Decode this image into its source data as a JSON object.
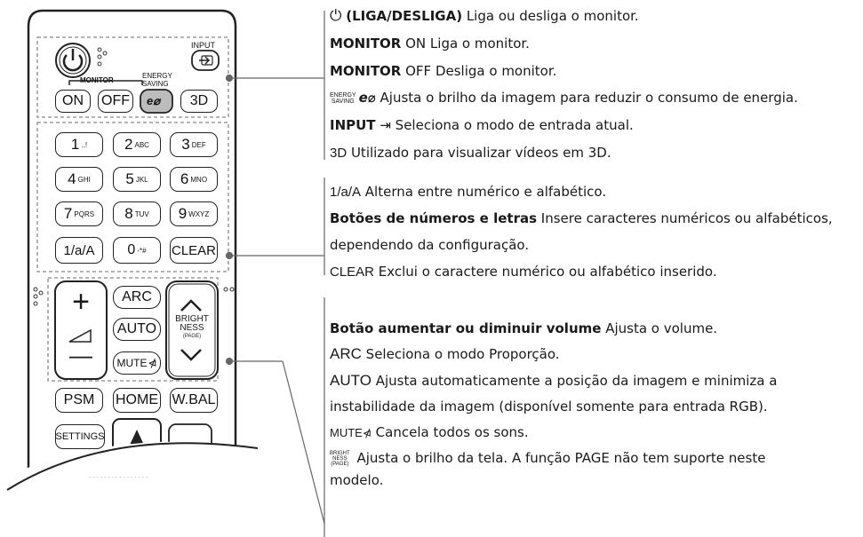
{
  "remote": {
    "input_label": "INPUT",
    "monitor_label": "MONITOR",
    "energy_label_1": "ENERGY",
    "energy_label_2": "SAVING",
    "on": "ON",
    "off": "OFF",
    "three_d": "3D",
    "keys": [
      {
        "big": "1",
        "small": "..!"
      },
      {
        "big": "2",
        "small": "ABC"
      },
      {
        "big": "3",
        "small": "DEF"
      },
      {
        "big": "4",
        "small": "GHI"
      },
      {
        "big": "5",
        "small": "JKL"
      },
      {
        "big": "6",
        "small": "MNO"
      },
      {
        "big": "7",
        "small": "PQRS"
      },
      {
        "big": "8",
        "small": "TUV"
      },
      {
        "big": "9",
        "small": "WXYZ"
      }
    ],
    "one_a": "1/a/A",
    "zero_small": "-*#",
    "clear": "CLEAR",
    "plus": "+",
    "minus": "—",
    "arc": "ARC",
    "auto": "AUTO",
    "mute": "MUTE",
    "bright_1": "BRIGHT",
    "bright_2": "NESS",
    "bright_3": "(PAGE)",
    "psm": "PSM",
    "home": "HOME",
    "wbal": "W.BAL",
    "settings": "SETTINGS"
  },
  "desc": {
    "power": {
      "label": "(LIGA/DESLIGA)",
      "text": " Liga ou desliga o monitor."
    },
    "mon_on": {
      "label": "MONITOR",
      "text": " ON Liga o monitor."
    },
    "mon_off": {
      "label": "MONITOR",
      "text": " OFF Desliga o monitor."
    },
    "energy": {
      "l1": "ENERGY",
      "l2": "SAVING",
      "text": " Ajusta o brilho da imagem para reduzir o consumo de energia."
    },
    "input": {
      "label": "INPUT",
      "text": " Seleciona o modo de entrada atual."
    },
    "three_d": {
      "label": "3D",
      "text": " Utilizado para visualizar vídeos em 3D."
    },
    "one_a": {
      "label": "1/a/A",
      "text": " Alterna entre numérico e alfabético."
    },
    "numbers": {
      "label": "Botões de números e letras",
      "text": " Insere caracteres numéricos ou alfabéticos,",
      "text2": "dependendo da configuração."
    },
    "clear": {
      "label": "CLEAR",
      "text": " Exclui o caractere numérico ou alfabético inserido."
    },
    "volume": {
      "label": "Botão aumentar ou diminuir volume",
      "text": " Ajusta o volume."
    },
    "arc": {
      "label": "ARC",
      "text": " Seleciona o modo Proporção."
    },
    "auto": {
      "label": "AUTO",
      "text": " Ajusta automaticamente a posição da imagem e minimiza a",
      "text2": "instabilidade da imagem (disponível somente para entrada RGB)."
    },
    "mute": {
      "label": "MUTE",
      "text": " Cancela todos os sons."
    },
    "bright": {
      "l1": "BRIGHT",
      "l2": "NESS",
      "l3": "(PAGE)",
      "text": " Ajusta o brilho da tela. A função PAGE não tem suporte neste",
      "text2": "modelo."
    }
  }
}
